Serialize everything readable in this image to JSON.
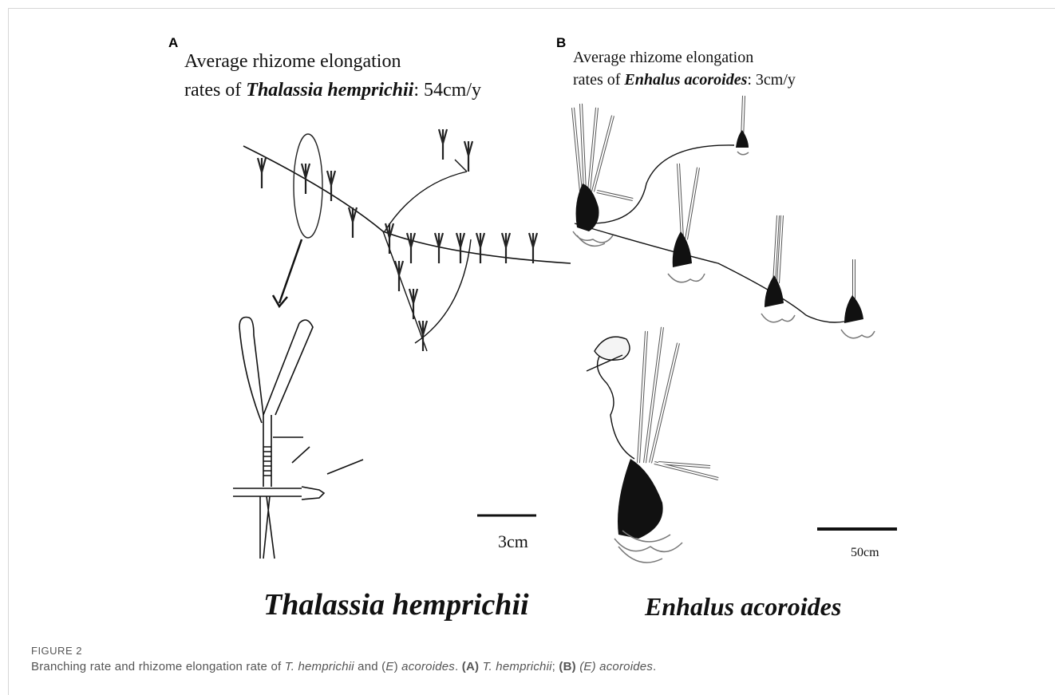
{
  "panel_a": {
    "letter": "A",
    "header_line1": "Average rhizome elongation",
    "header_line2_prefix": "rates of ",
    "header_species": "Thalassia hemprichii",
    "header_line2_suffix": ": 54cm/y",
    "scale_label": "3cm",
    "species_label": "Thalassia hemprichii"
  },
  "panel_b": {
    "letter": "B",
    "header_line1": "Average rhizome elongation",
    "header_line2_prefix": "rates of ",
    "header_species": "Enhalus acoroides",
    "header_line2_suffix": ": 3cm/y",
    "scale_label": "50cm",
    "species_label": "Enhalus acoroides"
  },
  "caption": {
    "label": "FIGURE 2",
    "text_1": "Branching rate and rhizome elongation rate of ",
    "species_1": "T. hemprichii",
    "text_2": " and (",
    "e_1": "E",
    "text_3": ") ",
    "species_2": "acoroides",
    "text_4": ". ",
    "label_a": "(A)",
    "species_3": " T. hemprichii",
    "text_5": "; ",
    "label_b": "(B)",
    "species_4": " (E) acoroides",
    "text_6": "."
  }
}
